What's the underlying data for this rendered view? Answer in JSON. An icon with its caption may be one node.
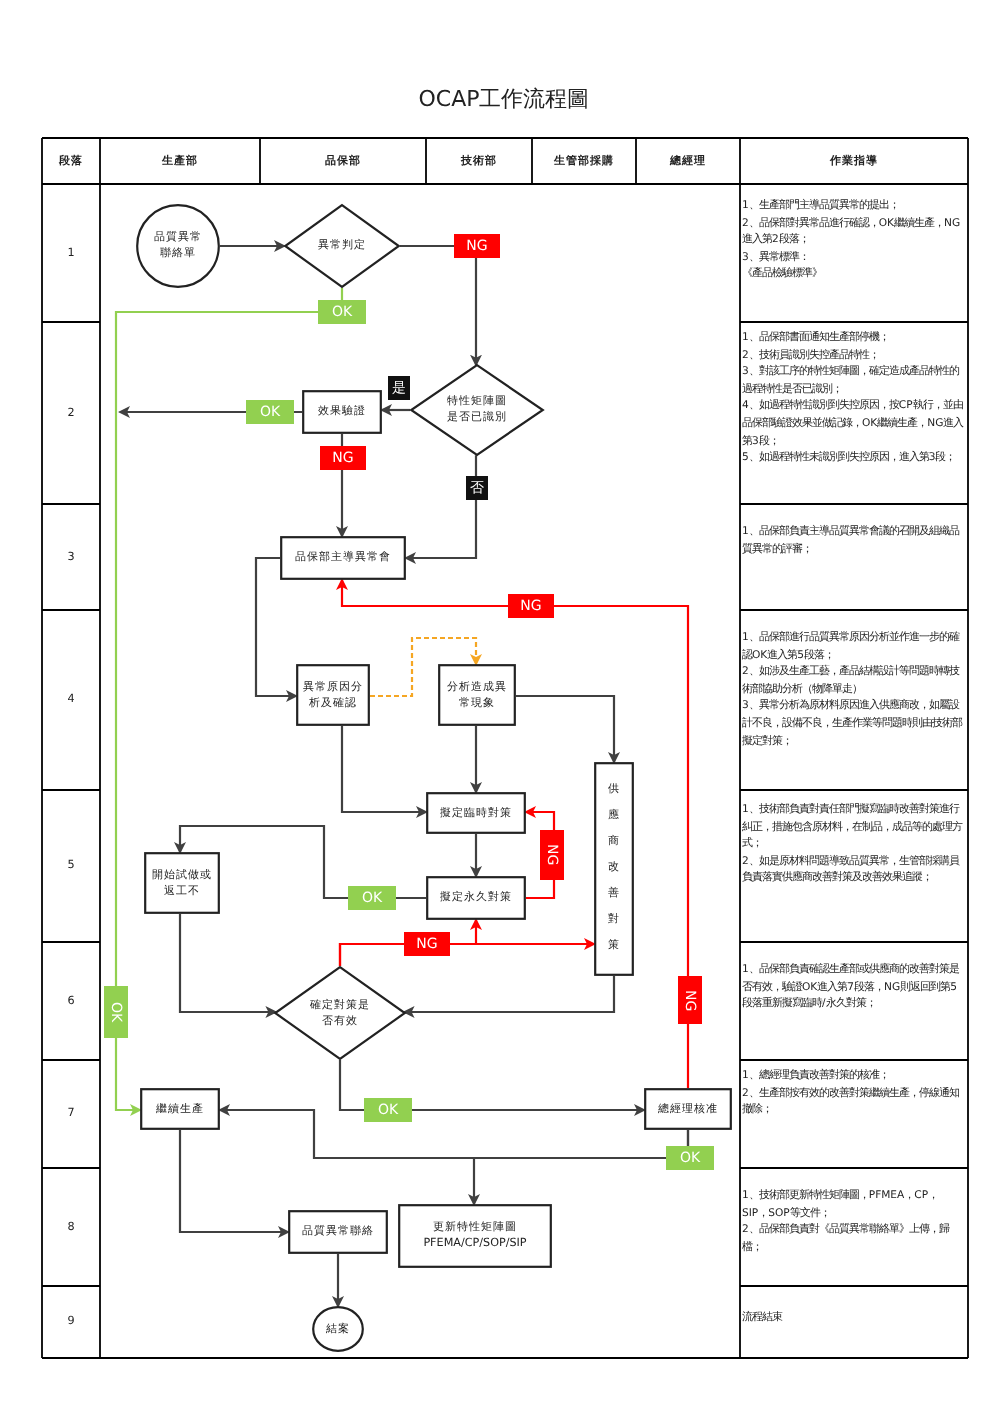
{
  "diagram": {
    "title": "OCAP工作流程圖",
    "nodes": [
      {
        "text": [
          "品質異常聯絡單"
        ]
      },
      {
        "text": [
          "異常判定"
        ]
      },
      {
        "text": [
          "特性矩陣圖是否已識別"
        ]
      },
      {
        "text": [
          "效果驗證"
        ]
      },
      {
        "text": [
          "品保部主導異常會"
        ]
      },
      {
        "text": [
          "異常原因分析及確認"
        ]
      },
      {
        "text": [
          "分析造成異常現象"
        ]
      },
      {
        "text": [
          "擬定臨時對策"
        ]
      },
      {
        "text": [
          "擬定永久對策"
        ]
      },
      {
        "text": [
          "供應商改善對策"
        ]
      },
      {
        "text": [
          "開始試做或返工不"
        ]
      },
      {
        "text": [
          "確定對策是否有效"
        ]
      },
      {
        "text": [
          "繼續生產"
        ]
      },
      {
        "text": [
          "總經理核准"
        ]
      },
      {
        "text": [
          "品質異常聯絡"
        ]
      },
      {
        "text": [
          "更新特性矩陣圖 PFEMA/CP/SOP/SIP"
        ]
      },
      {
        "text": [
          "結案"
        ]
      }
    ],
    "edges": [
      {
        "from": 0,
        "to": 1,
        "arrow": "to"
      },
      {
        "from": 1,
        "to": 2,
        "arrow": "to",
        "label": "NG"
      },
      {
        "from": 1,
        "to": 12,
        "arrow": "to",
        "label": "OK",
        "color": "#92d050"
      },
      {
        "from": 2,
        "to": 3,
        "arrow": "to",
        "label": "是"
      },
      {
        "from": 3,
        "to": null,
        "arrow": "to",
        "label": "OK"
      },
      {
        "from": 3,
        "to": 4,
        "arrow": "to",
        "label": "NG"
      },
      {
        "from": 2,
        "to": 4,
        "arrow": "to",
        "label": "否"
      },
      {
        "from": 4,
        "to": 5,
        "arrow": "to"
      },
      {
        "from": 5,
        "to": 6,
        "arrow": "to",
        "style": "dashed",
        "color": "#f5a623"
      },
      {
        "from": 6,
        "to": 7,
        "arrow": "to"
      },
      {
        "from": 6,
        "to": 9,
        "arrow": "to"
      },
      {
        "from": 5,
        "to": 7,
        "arrow": "to"
      },
      {
        "from": 7,
        "to": 8,
        "arrow": "to"
      },
      {
        "from": 8,
        "to": 7,
        "arrow": "to",
        "label": "NG",
        "color": "#ff0000"
      },
      {
        "from": 8,
        "to": 10,
        "arrow": "to",
        "label": "OK"
      },
      {
        "from": 10,
        "to": 11,
        "arrow": "to"
      },
      {
        "from": 9,
        "to": 11,
        "arrow": "to"
      },
      {
        "from": 11,
        "to": 8,
        "arrow": "to",
        "label": "NG",
        "color": "#ff0000"
      },
      {
        "from": 11,
        "to": 9,
        "arrow": "to",
        "color": "#ff0000"
      },
      {
        "from": 11,
        "to": 13,
        "arrow": "to",
        "label": "OK"
      },
      {
        "from": 13,
        "to": 4,
        "arrow": "to",
        "label": "NG",
        "color": "#ff0000"
      },
      {
        "from": 13,
        "to": 12,
        "arrow": "to",
        "label": "OK"
      },
      {
        "from": 13,
        "to": 15,
        "arrow": "to"
      },
      {
        "from": 12,
        "to": 14,
        "arrow": "to"
      },
      {
        "from": 14,
        "to": 16,
        "arrow": "to"
      }
    ],
    "labels": [
      "段落",
      "生產部",
      "品保部",
      "技術部",
      "生管部採購",
      "總經理",
      "作業指導",
      "1",
      "1、生產部門主導品質異常的提出；",
      "2、品保部對異常品進行確認，OK繼續生產，NG進入第2段落；",
      "3、異常標準：",
      "《產品檢驗標準》",
      "2",
      "1、品保部書面通知生產部停機；",
      "2、技術員識別失控產品特性；",
      "3、對該工序的特性矩陣圖，確定造成產品特性的過程特性是否已識別；",
      "4、如過程特性識別到失控原因，按CP執行，並由品保部驗證效果並做記錄，OK繼續生產，NG進入第3段；",
      "5、如過程特性未識別到失控原因，進入第3段；",
      "3",
      "1、品保部負責主導品質異常會議的召開及組織品質異常的評審；",
      "4",
      "1、品保部進行品質異常原因分析並作進一步的確認OK進入第5段落；",
      "2、如涉及生產工藝，產品結構設計等問題時轉技術部協助分析（物降單走）",
      "3、異常分析為原材料原因進入供應商改，如屬設計不良，設備不良，生產作業等問題時則由技術部擬定對策；",
      "5",
      "1、技術部負責對責任部門擬寫臨時改善對策進行糾正，措施包含原材料，在制品，成品等的處理方式；",
      "2、如是原材料問題導致品質異常，生管部採購員負責落實供應商改善對策及改善效果追蹤；",
      "6",
      "1、品保部負責確認生產部或供應商的改善對策是否有效，驗證OK進入第7段落，NG則返回到第5段落重新擬寫臨時/永久對策；",
      "7",
      "1、總經理負責改善對策的核准；",
      "2、生產部按有效的改善對策繼續生產，停線通知撤除；",
      "8",
      "1、技術部更新特性矩陣圖，PFMEA，CP，SIP，SOP等文件；",
      "2、品保部負責對《品質異常聯絡單》上傳，歸檔；",
      "9",
      "流程結束",
      "OK",
      "NG"
    ]
  }
}
